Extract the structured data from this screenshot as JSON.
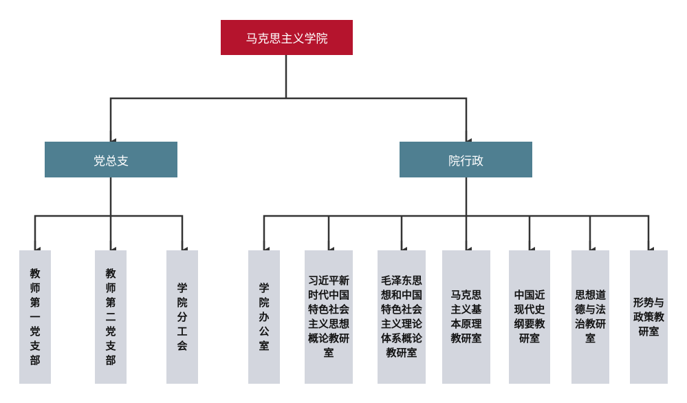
{
  "root": {
    "label": "马克思主义学院"
  },
  "branches": [
    {
      "label": "党总支",
      "children": [
        "教师第一党支部",
        "教师第二党支部",
        "学院分工会"
      ]
    },
    {
      "label": "院行政",
      "children": [
        "学院办公室",
        "习近平新时代中国特色社会主义思想概论教研室",
        "毛泽东思想和中国特色社会主义理论体系概论教研室",
        "马克思主义基本原理教研室",
        "中国近现代史纲要教研室",
        "思想道德与法治教研室",
        "形势与政策教研室"
      ]
    }
  ],
  "colors": {
    "root": "#b5142d",
    "branch": "#4f7f91",
    "leaf": "#d3d6de",
    "line": "#333333"
  }
}
